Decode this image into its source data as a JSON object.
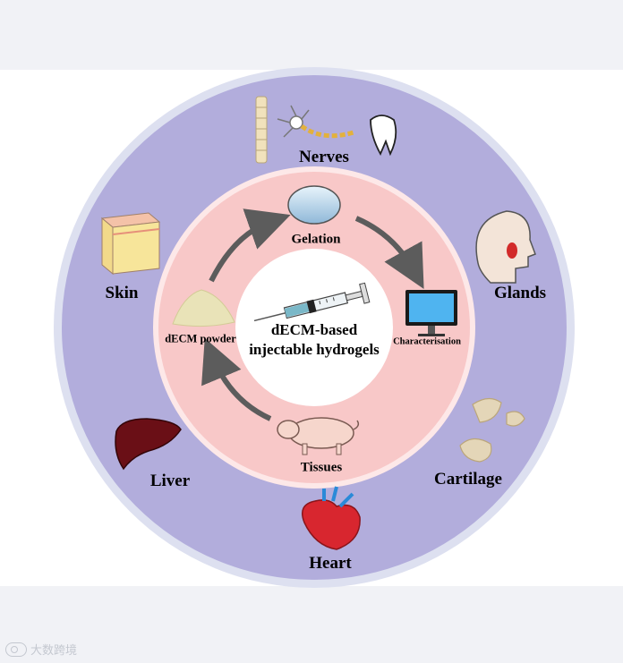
{
  "center": {
    "line1": "dECM-based",
    "line2": "injectable hydrogels"
  },
  "process_steps": {
    "gelation": "Gelation",
    "characterisation": "Characterisation",
    "tissues": "Tissues",
    "decm_powder": "dECM powder"
  },
  "organs": {
    "nerves": "Nerves",
    "glands": "Glands",
    "cartilage": "Cartilage",
    "heart": "Heart",
    "liver": "Liver",
    "skin": "Skin"
  },
  "colors": {
    "outer_ring": "#b2addc",
    "outer_border": "#dde0f0",
    "inner_ring": "#f8c8c8",
    "arrow": "#5c5c5c"
  },
  "watermark": {
    "text": "大数跨境"
  }
}
